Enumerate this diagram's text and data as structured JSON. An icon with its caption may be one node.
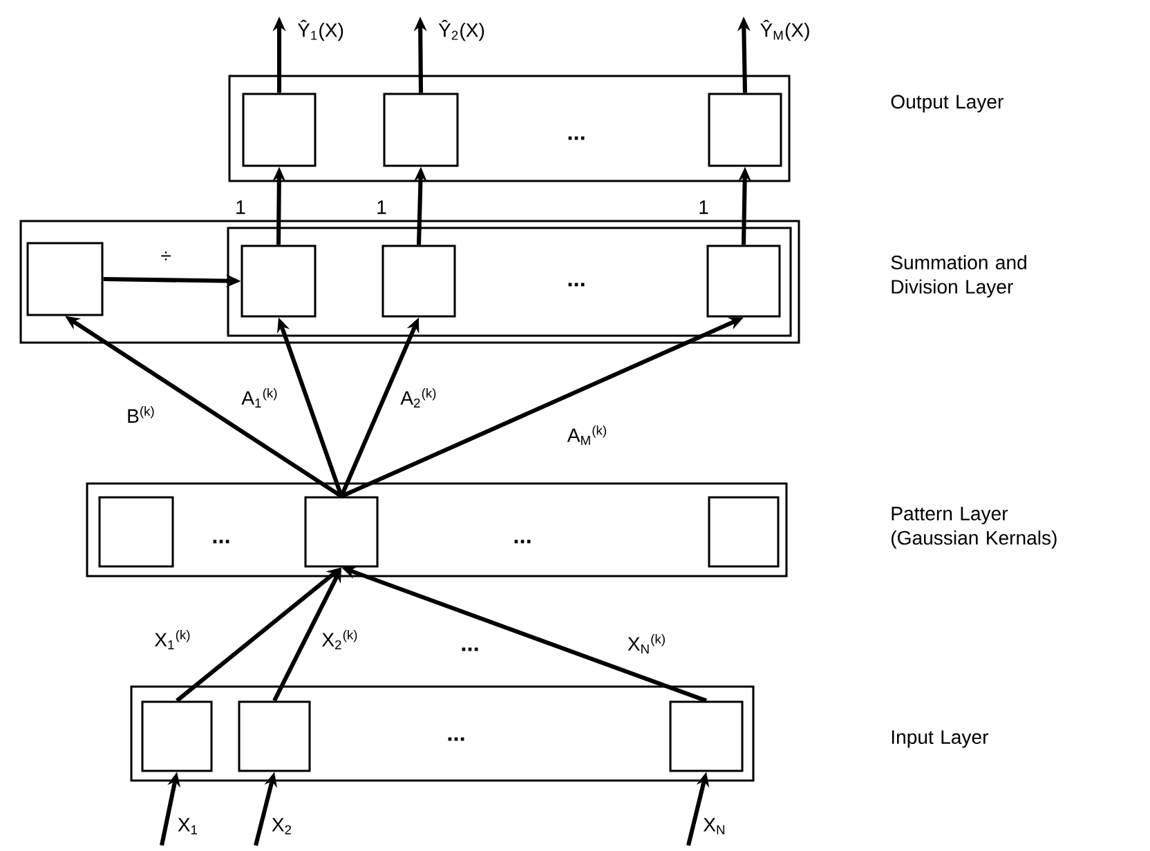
{
  "diagram": {
    "nodes": [
      {
        "text": [],
        "shape": "box"
      },
      {
        "text": [],
        "shape": "box",
        "in": 0
      },
      {
        "text": [],
        "shape": "box",
        "in": 0
      },
      {
        "text": [],
        "shape": "box",
        "in": 0
      },
      {
        "text": [],
        "shape": "box"
      },
      {
        "text": [],
        "shape": "box",
        "in": 4
      },
      {
        "text": [],
        "shape": "box",
        "in": 4
      },
      {
        "text": [],
        "shape": "box",
        "in": 6
      },
      {
        "text": [],
        "shape": "box",
        "in": 6
      },
      {
        "text": [],
        "shape": "box",
        "in": 6
      },
      {
        "text": [],
        "shape": "box"
      },
      {
        "text": [],
        "shape": "box",
        "in": 10
      },
      {
        "text": [],
        "shape": "box",
        "in": 10
      },
      {
        "text": [],
        "shape": "box",
        "in": 10
      },
      {
        "text": [],
        "shape": "box"
      },
      {
        "text": [],
        "shape": "box",
        "in": 14
      },
      {
        "text": [],
        "shape": "box",
        "in": 14
      },
      {
        "text": [],
        "shape": "box",
        "in": 14
      }
    ],
    "edges": [
      {
        "from": 1,
        "to": null,
        "arrow": "to",
        "label": "Ŷ$_{1}$(X)"
      },
      {
        "from": 2,
        "to": null,
        "arrow": "to",
        "label": "Ŷ$_{2}$(X)"
      },
      {
        "from": 3,
        "to": null,
        "arrow": "to",
        "label": "Ŷ$_{M}$(X)"
      },
      {
        "from": 7,
        "to": 1,
        "arrow": "to",
        "label": "1"
      },
      {
        "from": 8,
        "to": 2,
        "arrow": "to",
        "label": "1"
      },
      {
        "from": 9,
        "to": 3,
        "arrow": "to",
        "label": "1"
      },
      {
        "from": 5,
        "to": 7,
        "arrow": "to",
        "label": "÷"
      },
      {
        "from": 12,
        "to": 5,
        "arrow": "to",
        "label": "B$^{(k)}$"
      },
      {
        "from": 12,
        "to": 7,
        "arrow": "to",
        "label": "A$_{1}$$^{(k)}$"
      },
      {
        "from": 12,
        "to": 8,
        "arrow": "to",
        "label": "A$_{2}$$^{(k)}$"
      },
      {
        "from": 12,
        "to": 9,
        "arrow": "to",
        "label": "A$_{M}$$^{(k)}$"
      },
      {
        "from": 15,
        "to": 12,
        "arrow": "to",
        "label": "X$_{1}$$^{(k)}$"
      },
      {
        "from": 16,
        "to": 12,
        "arrow": "to",
        "label": "X$_{2}$$^{(k)}$"
      },
      {
        "from": 17,
        "to": 12,
        "arrow": "to",
        "label": "X$_{N}$$^{(k)}$"
      },
      {
        "from": null,
        "to": 15,
        "arrow": "to",
        "label": "X$_{1}$"
      },
      {
        "from": null,
        "to": 16,
        "arrow": "to",
        "label": "X$_{2}$"
      },
      {
        "from": null,
        "to": 17,
        "arrow": "to",
        "label": "X$_{N}$"
      }
    ],
    "labels": [
      "...",
      "Output Layer",
      "...",
      "Summation and Division Layer",
      "...",
      "...",
      "Pattern Layer (Gaussian Kernals)",
      "...",
      "...",
      "Input Layer"
    ]
  }
}
